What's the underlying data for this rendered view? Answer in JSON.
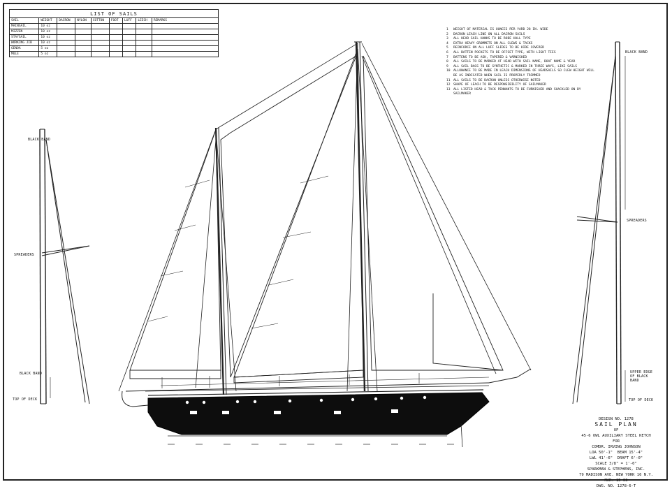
{
  "sails_table": {
    "title": "LIST OF SAILS",
    "headers": [
      "SAIL",
      "WEIGHT",
      "DACRON",
      "NYLON",
      "COTTON",
      "FOOT",
      "LUFF",
      "LEECH",
      "REMARKS"
    ],
    "rows": [
      [
        "MAINSAIL",
        "10 oz",
        "",
        "",
        "",
        "",
        "",
        "",
        ""
      ],
      [
        "MIZZEN",
        "10 oz",
        "",
        "",
        "",
        "",
        "",
        "",
        ""
      ],
      [
        "STAYSAIL",
        "10 oz",
        "",
        "",
        "",
        "",
        "",
        "",
        ""
      ],
      [
        "WORKING JIB",
        "10 oz",
        "",
        "",
        "",
        "",
        "",
        "",
        ""
      ],
      [
        "GENOA",
        "5 oz",
        "",
        "",
        "",
        "",
        "",
        "",
        ""
      ],
      [
        "MULE",
        "5 oz",
        "",
        "",
        "",
        "",
        "",
        "",
        ""
      ]
    ]
  },
  "notes": [
    {
      "num": "1",
      "text": "WEIGHT OF MATERIAL IS OUNCES PER YARD 28 IN. WIDE"
    },
    {
      "num": "2",
      "text": "DACRON LEACH LINE ON ALL DACRON SAILS"
    },
    {
      "num": "3",
      "text": "ALL HEAD SAIL HANKS TO BE ROBE HALL TYPE"
    },
    {
      "num": "4",
      "text": "EXTRA HEAVY GROMMETS ON ALL CLEWS & TACKS"
    },
    {
      "num": "5",
      "text": "REINFORCE ON ALL LUFF SLIDES TO BE HIDE COVERED"
    },
    {
      "num": "6",
      "text": "ALL BATTEN POCKETS TO BE OFFSET TYPE, WITH LIGHT TIES"
    },
    {
      "num": "7",
      "text": "BATTENS TO BE ASH, TAPERED & VARNISHED"
    },
    {
      "num": "8",
      "text": "ALL SAILS TO BE MARKED AT HEAD WITH SAIL NAME, BOAT NAME & YEAR"
    },
    {
      "num": "9",
      "text": "ALL SAIL BAGS TO BE SYNTHETIC & MARKED IN THREE WAYS, LIKE SAILS"
    },
    {
      "num": "10",
      "text": "ALLOWANCE TO BE MADE IN LEACH DIMENSIONS OF HEADSAILS SO CLEW HEIGHT WILL BE AS INDICATED WHEN SAIL IS PROPERLY TRIMMED"
    },
    {
      "num": "11",
      "text": "ALL SAILS TO BE DACRON UNLESS OTHERWISE NOTED"
    },
    {
      "num": "12",
      "text": "SHAPE OF LEACH TO BE RESPONSIBILITY OF SAILMAKER"
    },
    {
      "num": "13",
      "text": "ALL LISTED HEAD & TACK PENNANTS TO BE FURNISHED AND SHACKLED ON BY SAILMAKER"
    }
  ],
  "labels": {
    "black_band": "BLACK BAND",
    "spreaders": "SPREADERS",
    "upper_edge": "UPPER EDGE OF BLACK BAND",
    "top_of_deck": "TOP OF DECK"
  },
  "title_block": {
    "design": "DESIGN NO. 1278",
    "name": "SAIL PLAN",
    "of": "OF",
    "vessel": "45-6 OWL AUXILIARY STEEL KETCH",
    "for": "FOR",
    "owner": "COMDR. IRVING JOHNSON",
    "loa": "LOA 50'-1\"",
    "beam": "BEAM 15'-4\"",
    "lwl": "LWL 41'-6\"",
    "draft": "DRAFT 6'-0\"",
    "scale": "SCALE 3/8\" = 1'-0\"",
    "firm": "SPARKMAN & STEPHENS, INC.",
    "address": "79 MADISON AVE. NEW YORK 16 N.Y.",
    "date": "MAR. 15 63",
    "dwg": "DWG. NO. 1278-6-T"
  }
}
